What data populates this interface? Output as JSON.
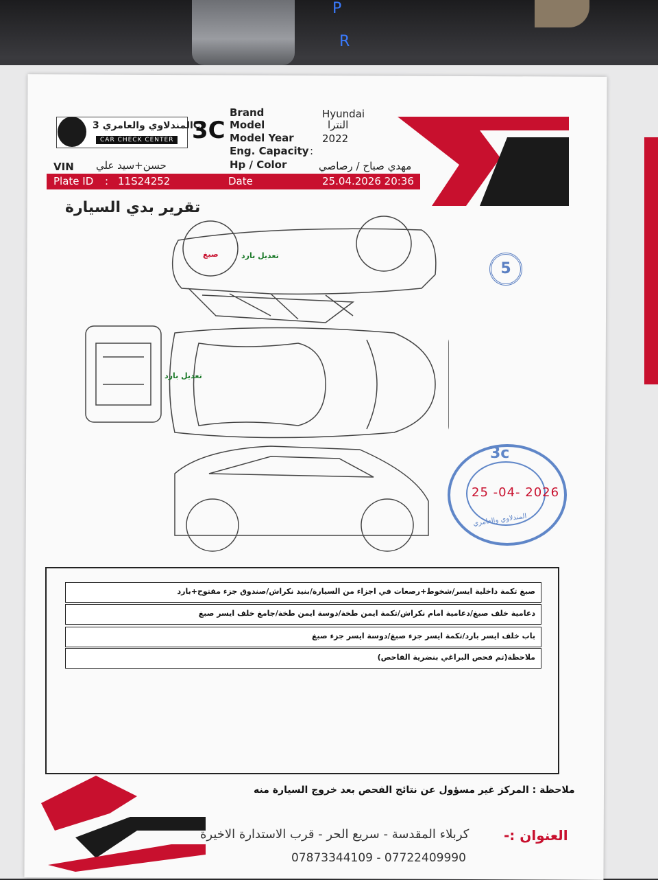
{
  "console": {
    "gear_top": "P",
    "gear_bottom": "R"
  },
  "logo": {
    "arabic": "المندلاوي والعامري 3C",
    "english": "CAR CHECK CENTER",
    "mark": "3C"
  },
  "header": {
    "brand_label": "Brand",
    "brand_value": "Hyundai",
    "model_label": "Model",
    "model_value": "النترا",
    "year_label": "Model Year",
    "year_value": "2022",
    "eng_label": "Eng. Capacity",
    "eng_value": ":",
    "hp_label": "Hp / Color",
    "hp_value": "مهدي صباح / رصاصي",
    "vin_label": "VIN",
    "vin_value": "حسن+سيد علي",
    "plate_label": "Plate ID",
    "plate_colon": ":",
    "plate_value": "11S24252",
    "date_label": "Date",
    "date_value": "25.04.2026 20:36"
  },
  "title": "تقرير بدي السيارة",
  "diagram_marks": {
    "paint": "صبغ",
    "cold_repair_1": "تعديل بارد",
    "cold_repair_2": "تعديل بارد",
    "sheet_number": "5"
  },
  "stamp": {
    "mark": "3c",
    "date": "25 -04- 2026",
    "arc_text": "المندلاوي والعامري"
  },
  "notes": [
    "صبغ تكمة داخلية ايسر/شخوط+رصعات في اجزاء من السيارة/بنيد نكراش/صندوق جزء مفتوح+بارد",
    "دعامية خلف صبغ/دعامية امام نكراش/تكمة ايمن طخة/دوسة ايمن طخة/جامغ خلف ايسر صبغ",
    "باب خلف ايسر بارد/تكمة ايسر جزء صبغ/دوسة ايسر جزء صبغ",
    "ملاحظة(تم فحص البراغي بنضرية الفاحص)"
  ],
  "disclaimer": "ملاحظة : المركز غير مسؤول عن نتائج الفحص بعد خروج السيارة منه",
  "address": {
    "label": "العنوان :-",
    "value": "كربلاء المقدسة - سريع الحر - قرب الاستدارة الاخيرة"
  },
  "phones": "07873344109 - 07722409990",
  "colors": {
    "brand_red": "#c8102e",
    "stamp_blue": "#5f86c8",
    "ink_green": "#1c7a2a"
  }
}
